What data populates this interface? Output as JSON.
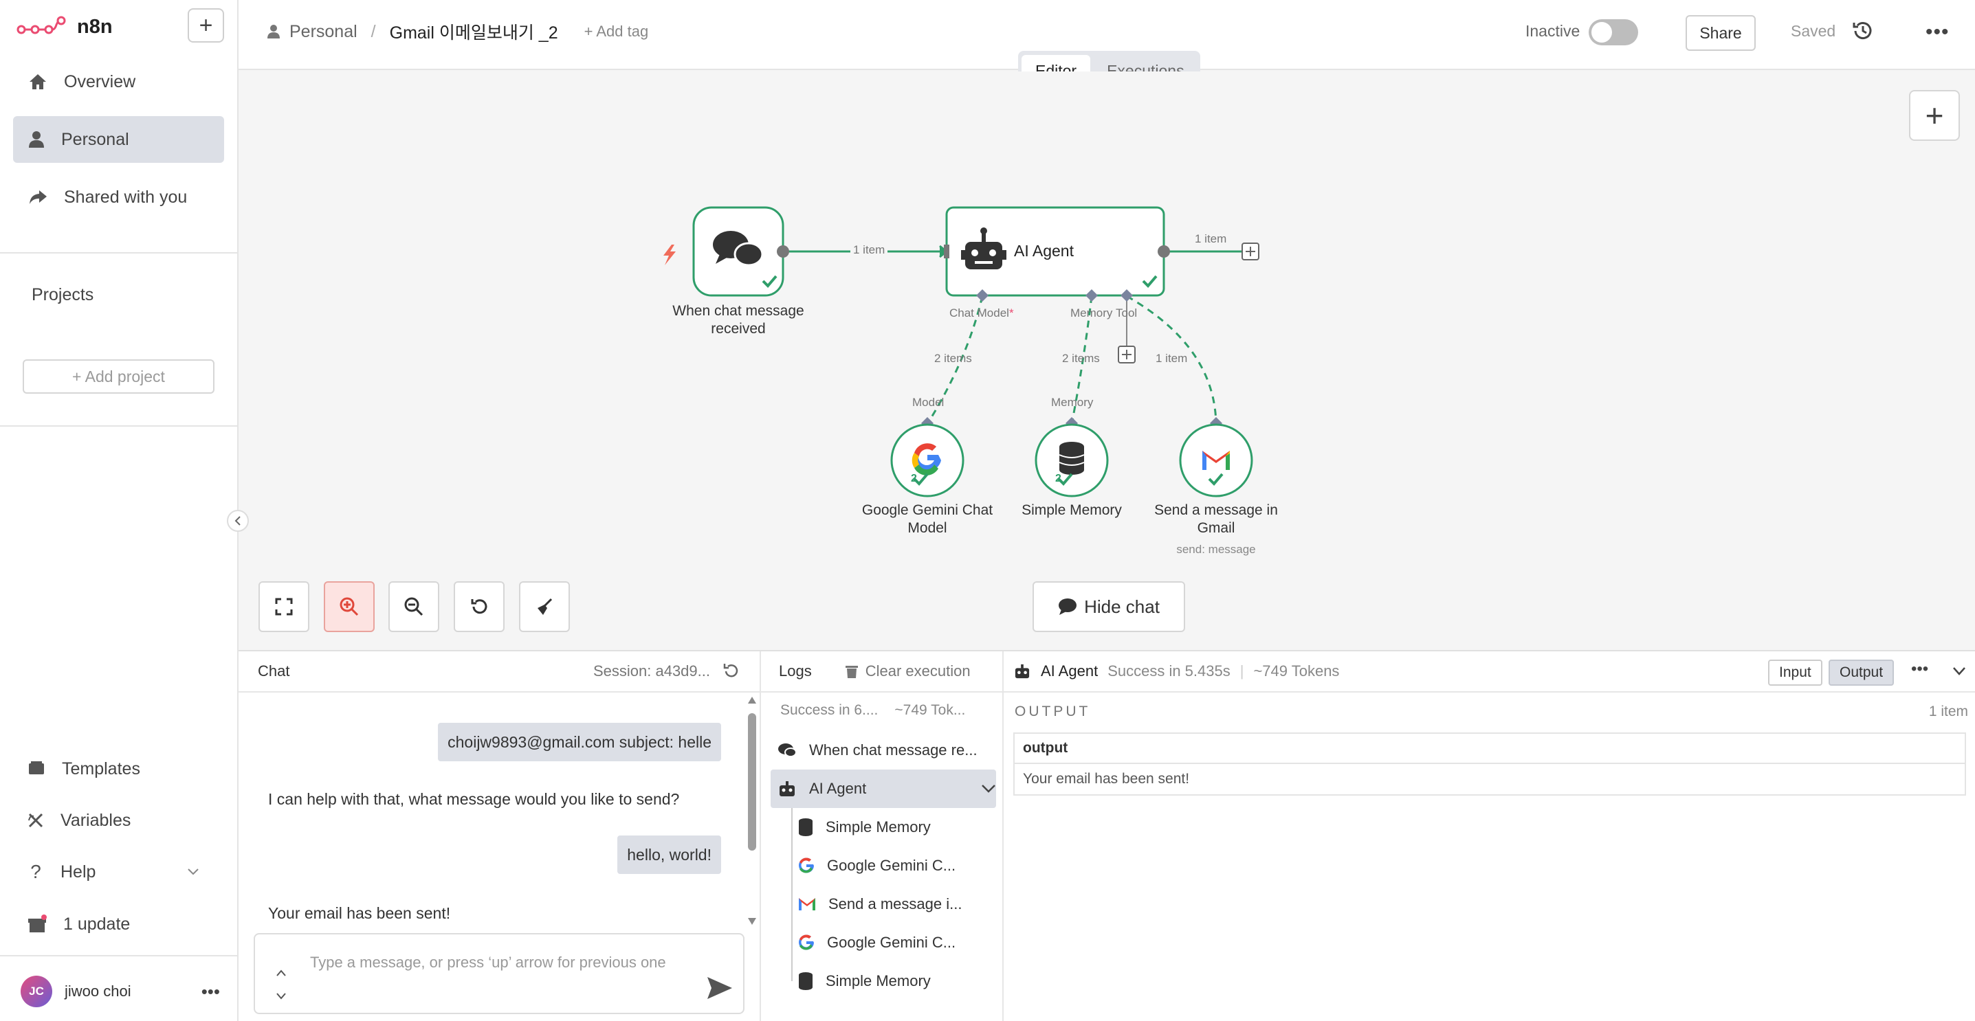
{
  "app": {
    "logo_text": "n8n"
  },
  "sidebar": {
    "nav": [
      {
        "label": "Overview",
        "icon": "home-icon"
      },
      {
        "label": "Personal",
        "icon": "user-icon"
      },
      {
        "label": "Shared with you",
        "icon": "share-icon"
      }
    ],
    "projects_title": "Projects",
    "add_project": "+ Add project",
    "bottom": [
      {
        "label": "Templates",
        "icon": "templates-icon"
      },
      {
        "label": "Variables",
        "icon": "variables-icon"
      },
      {
        "label": "Help",
        "icon": "help-icon"
      },
      {
        "label": "1 update",
        "icon": "gift-icon"
      }
    ],
    "user": {
      "initials": "JC",
      "name": "jiwoo choi"
    }
  },
  "header": {
    "breadcrumb_project": "Personal",
    "separator": "/",
    "workflow_title": "Gmail 이메일보내기 _2",
    "add_tag": "+ Add tag",
    "status_label": "Inactive",
    "share_label": "Share",
    "saved_label": "Saved",
    "tabs": [
      "Editor",
      "Executions"
    ]
  },
  "canvas": {
    "nodes": {
      "trigger": "When chat message received",
      "agent": "AI Agent",
      "gemini": "Google Gemini Chat Model",
      "memory": "Simple Memory",
      "gmail": "Send a message in Gmail",
      "gmail_sub": "send: message"
    },
    "connections": {
      "trigger_agent": "1 item",
      "agent_out": "1 item",
      "chat_model_port": "Chat Model",
      "memory_port": "Memory",
      "tool_port": "Tool",
      "model_items": "2 items",
      "memory_items": "2 items",
      "tool_items": "1 item",
      "model_in": "Model",
      "memory_in": "Memory"
    },
    "badges": {
      "gemini": "2",
      "memory": "2"
    },
    "hide_chat": "Hide chat"
  },
  "chat": {
    "title": "Chat",
    "session": "Session: a43d9...",
    "messages": [
      {
        "role": "user",
        "text": "choijw9893@gmail.com subject: helle"
      },
      {
        "role": "bot",
        "text": "I can help with that, what message would you like to send?"
      },
      {
        "role": "user",
        "text": "hello, world!"
      },
      {
        "role": "bot",
        "text": "Your email has been sent!"
      }
    ],
    "placeholder": "Type a message, or press ‘up’ arrow for previous one"
  },
  "logs": {
    "title": "Logs",
    "clear": "Clear execution",
    "summary_status": "Success in 6....",
    "summary_tokens": "~749 Tok...",
    "items": [
      {
        "label": "When chat message re...",
        "icon": "chat-icon",
        "level": 0
      },
      {
        "label": "AI Agent",
        "icon": "robot-icon",
        "level": 0
      },
      {
        "label": "Simple Memory",
        "icon": "database-icon",
        "level": 1
      },
      {
        "label": "Google Gemini C...",
        "icon": "google-icon",
        "level": 1
      },
      {
        "label": "Send a message i...",
        "icon": "gmail-icon",
        "level": 1
      },
      {
        "label": "Google Gemini C...",
        "icon": "google-icon",
        "level": 1
      },
      {
        "label": "Simple Memory",
        "icon": "database-icon",
        "level": 1
      }
    ]
  },
  "output": {
    "node": "AI Agent",
    "status": "Success in 5.435s",
    "tokens": "~749 Tokens",
    "input_btn": "Input",
    "output_btn": "Output",
    "section": "OUTPUT",
    "count": "1 item",
    "column": "output",
    "value": "Your email has been sent!"
  },
  "colors": {
    "accent": "#ea4b71",
    "node_border": "#2f9e6a",
    "connector": "#7a849e"
  }
}
